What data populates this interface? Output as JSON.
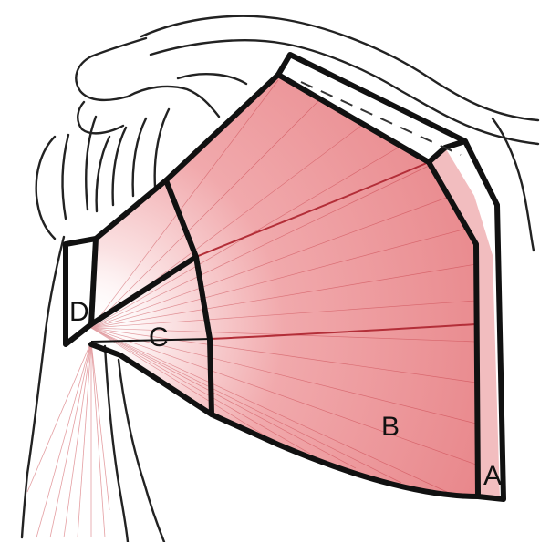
{
  "labels": {
    "a": "A",
    "b": "B",
    "c": "C",
    "d": "D"
  },
  "colors": {
    "muscle": "#e8868a",
    "muscle_light": "#f6c8ca",
    "fiber": "#c0303a",
    "outline": "#111111",
    "sketch": "#222222"
  }
}
